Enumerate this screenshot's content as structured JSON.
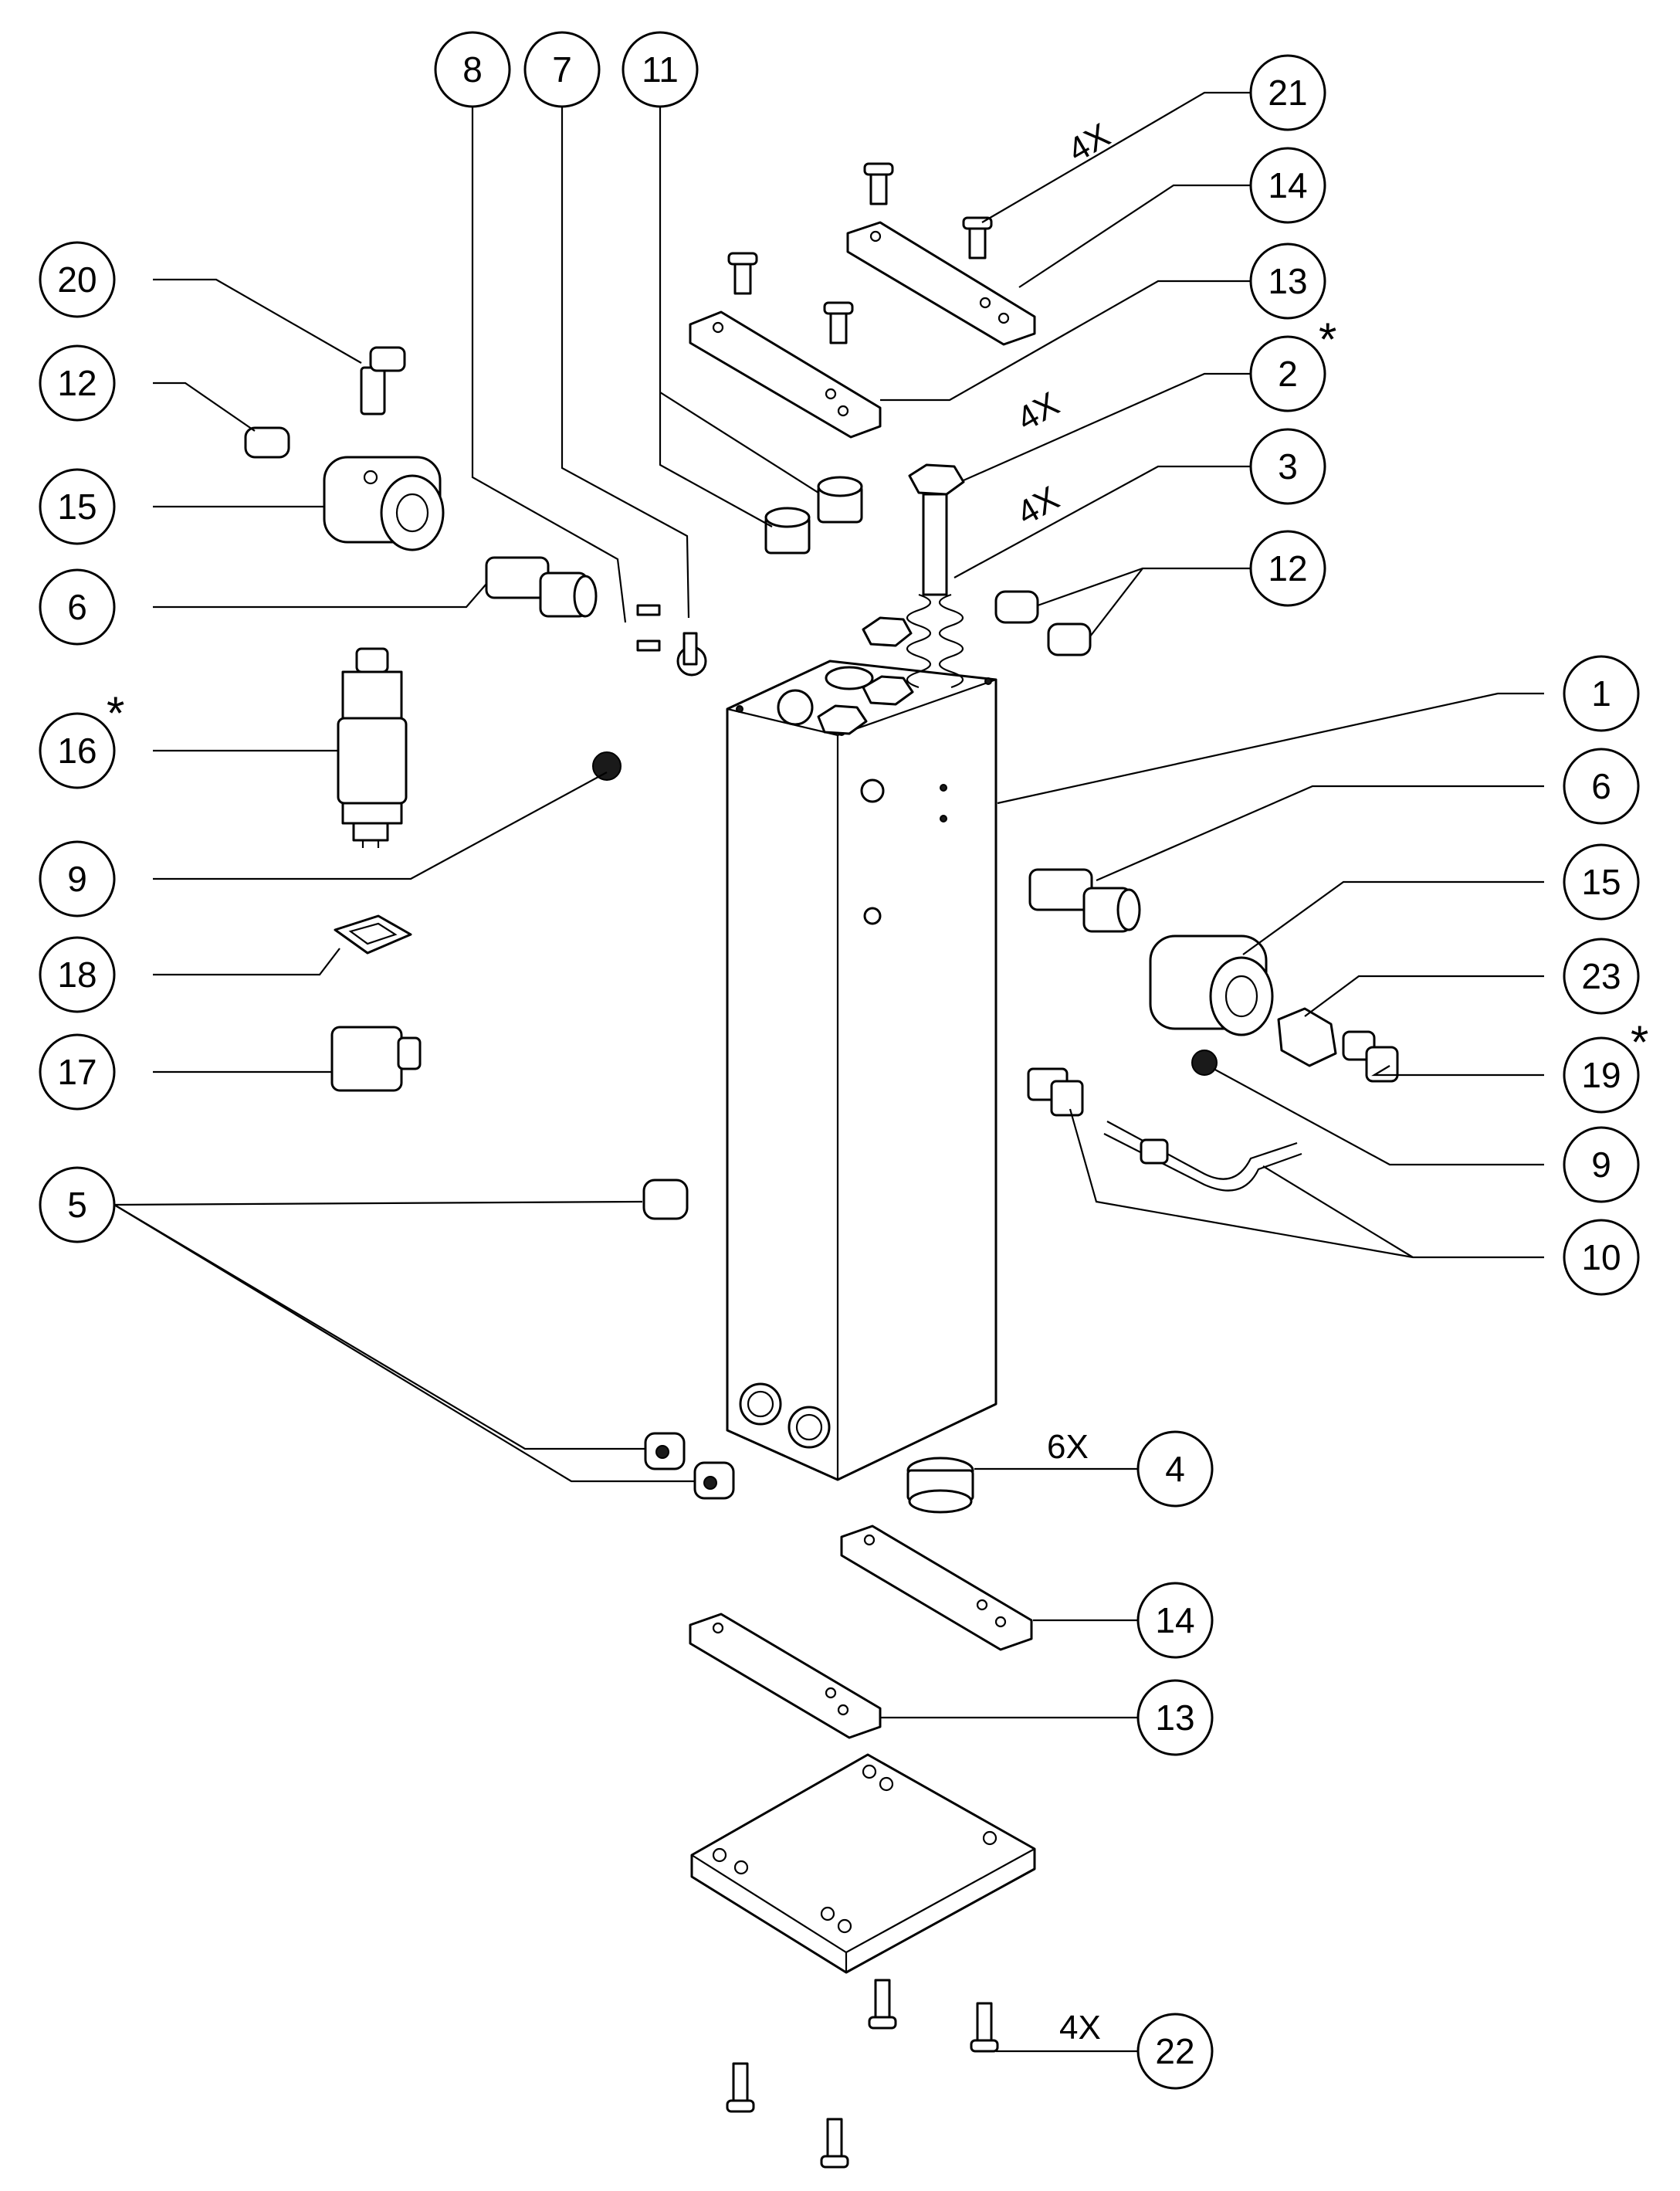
{
  "callouts": [
    {
      "id": "c8",
      "label": "8"
    },
    {
      "id": "c7",
      "label": "7"
    },
    {
      "id": "c11",
      "label": "11"
    },
    {
      "id": "c21",
      "label": "21"
    },
    {
      "id": "c14-top",
      "label": "14"
    },
    {
      "id": "c13-top",
      "label": "13"
    },
    {
      "id": "c20",
      "label": "20"
    },
    {
      "id": "c12-left",
      "label": "12"
    },
    {
      "id": "c2",
      "label": "2"
    },
    {
      "id": "c3",
      "label": "3"
    },
    {
      "id": "c15-left",
      "label": "15"
    },
    {
      "id": "c12-right",
      "label": "12"
    },
    {
      "id": "c6-left",
      "label": "6"
    },
    {
      "id": "c1",
      "label": "1"
    },
    {
      "id": "c16",
      "label": "16"
    },
    {
      "id": "c6-right",
      "label": "6"
    },
    {
      "id": "c9-left",
      "label": "9"
    },
    {
      "id": "c15-right",
      "label": "15"
    },
    {
      "id": "c18",
      "label": "18"
    },
    {
      "id": "c23",
      "label": "23"
    },
    {
      "id": "c17",
      "label": "17"
    },
    {
      "id": "c19",
      "label": "19"
    },
    {
      "id": "c9-right",
      "label": "9"
    },
    {
      "id": "c5",
      "label": "5"
    },
    {
      "id": "c10",
      "label": "10"
    },
    {
      "id": "c4",
      "label": "4"
    },
    {
      "id": "c14-bottom",
      "label": "14"
    },
    {
      "id": "c13-bottom",
      "label": "13"
    },
    {
      "id": "c22",
      "label": "22"
    }
  ],
  "quantities": {
    "q21": "4X",
    "q2": "4X",
    "q3": "4X",
    "q4": "6X",
    "q22": "4X"
  },
  "asterisk": "*"
}
